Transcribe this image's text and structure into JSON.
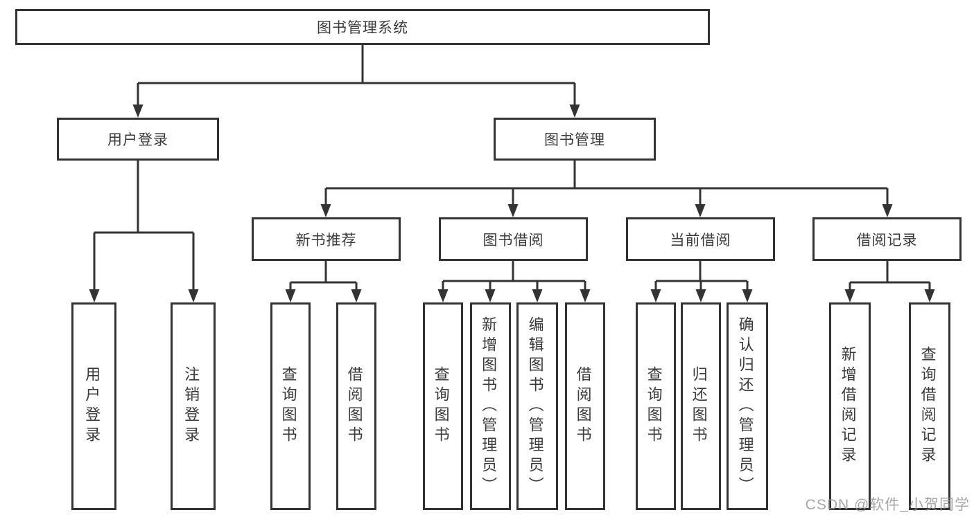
{
  "watermark": {
    "text": "CSDN @软件_小贺同学"
  },
  "colors": {
    "line": "#333333",
    "border": "#333333",
    "text": "#3a3a3a",
    "background": "#ffffff",
    "watermark": "#969696"
  },
  "nodes": {
    "root": {
      "id": "library-management-system",
      "label": "图书管理系统"
    },
    "level2": [
      {
        "id": "user-login",
        "label": "用户登录",
        "parent": "library-management-system"
      },
      {
        "id": "book-management",
        "label": "图书管理",
        "parent": "library-management-system"
      }
    ],
    "level3": [
      {
        "id": "new-book-recommendation",
        "label": "新书推荐",
        "parent": "book-management"
      },
      {
        "id": "book-borrowing",
        "label": "图书借阅",
        "parent": "book-management"
      },
      {
        "id": "current-borrowing",
        "label": "当前借阅",
        "parent": "book-management"
      },
      {
        "id": "borrowing-records",
        "label": "借阅记录",
        "parent": "book-management"
      }
    ],
    "leaves": [
      {
        "label": "用户登录",
        "parent": "user-login"
      },
      {
        "label": "注销登录",
        "parent": "user-login"
      },
      {
        "label": "查询图书",
        "parent": "new-book-recommendation"
      },
      {
        "label": "借阅图书",
        "parent": "new-book-recommendation"
      },
      {
        "label": "查询图书",
        "parent": "book-borrowing"
      },
      {
        "label": "新增图书（管理员）",
        "parent": "book-borrowing"
      },
      {
        "label": "编辑图书（管理员）",
        "parent": "book-borrowing"
      },
      {
        "label": "借阅图书",
        "parent": "book-borrowing"
      },
      {
        "label": "查询图书",
        "parent": "current-borrowing"
      },
      {
        "label": "归还图书",
        "parent": "current-borrowing"
      },
      {
        "label": "确认归还（管理员）",
        "parent": "current-borrowing"
      },
      {
        "label": "新增借阅记录",
        "parent": "borrowing-records"
      },
      {
        "label": "查询借阅记录",
        "parent": "borrowing-records"
      }
    ]
  }
}
